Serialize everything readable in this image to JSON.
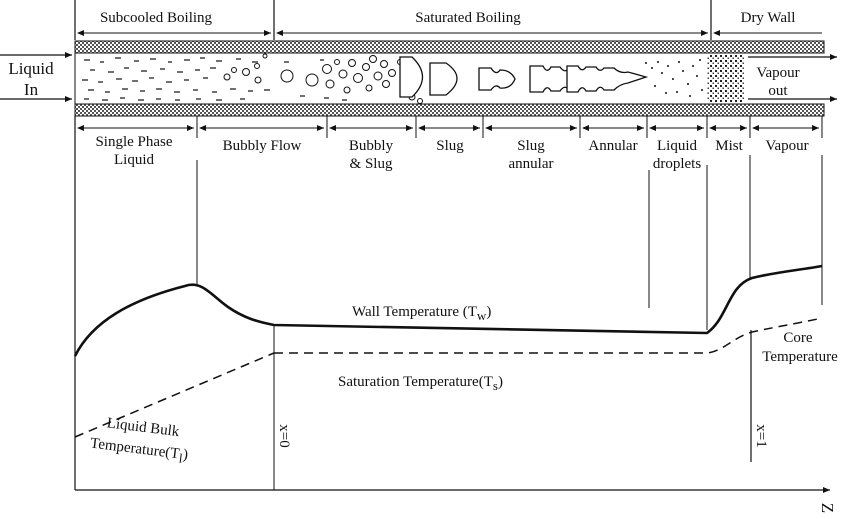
{
  "header": {
    "subcooled": "Subcooled Boiling",
    "saturated": "Saturated Boiling",
    "dry_wall": "Dry Wall"
  },
  "pipe": {
    "inlet": [
      "Liquid",
      "In"
    ],
    "outlet": [
      "Vapour",
      "out"
    ]
  },
  "regimes": [
    [
      "Single Phase",
      "Liquid"
    ],
    [
      "Bubbly Flow"
    ],
    [
      "Bubbly",
      "& Slug"
    ],
    [
      "Slug"
    ],
    [
      "Slug",
      "annular"
    ],
    [
      "Annular"
    ],
    [
      "Liquid",
      "droplets"
    ],
    [
      "Mist"
    ],
    [
      "Vapour"
    ]
  ],
  "curves": {
    "wall": "Wall Temperature (T",
    "wall_sub": "w",
    "saturation": "Saturation Temperature(T",
    "saturation_sub": "s",
    "core": [
      "Core",
      "Temperature"
    ],
    "bulk": [
      "Liquid Bulk",
      "Temperature(T"
    ],
    "bulk_sub": "l"
  },
  "markers": {
    "x0": "x=0",
    "x1": "x=1"
  },
  "axis": {
    "x_label": "Z"
  }
}
